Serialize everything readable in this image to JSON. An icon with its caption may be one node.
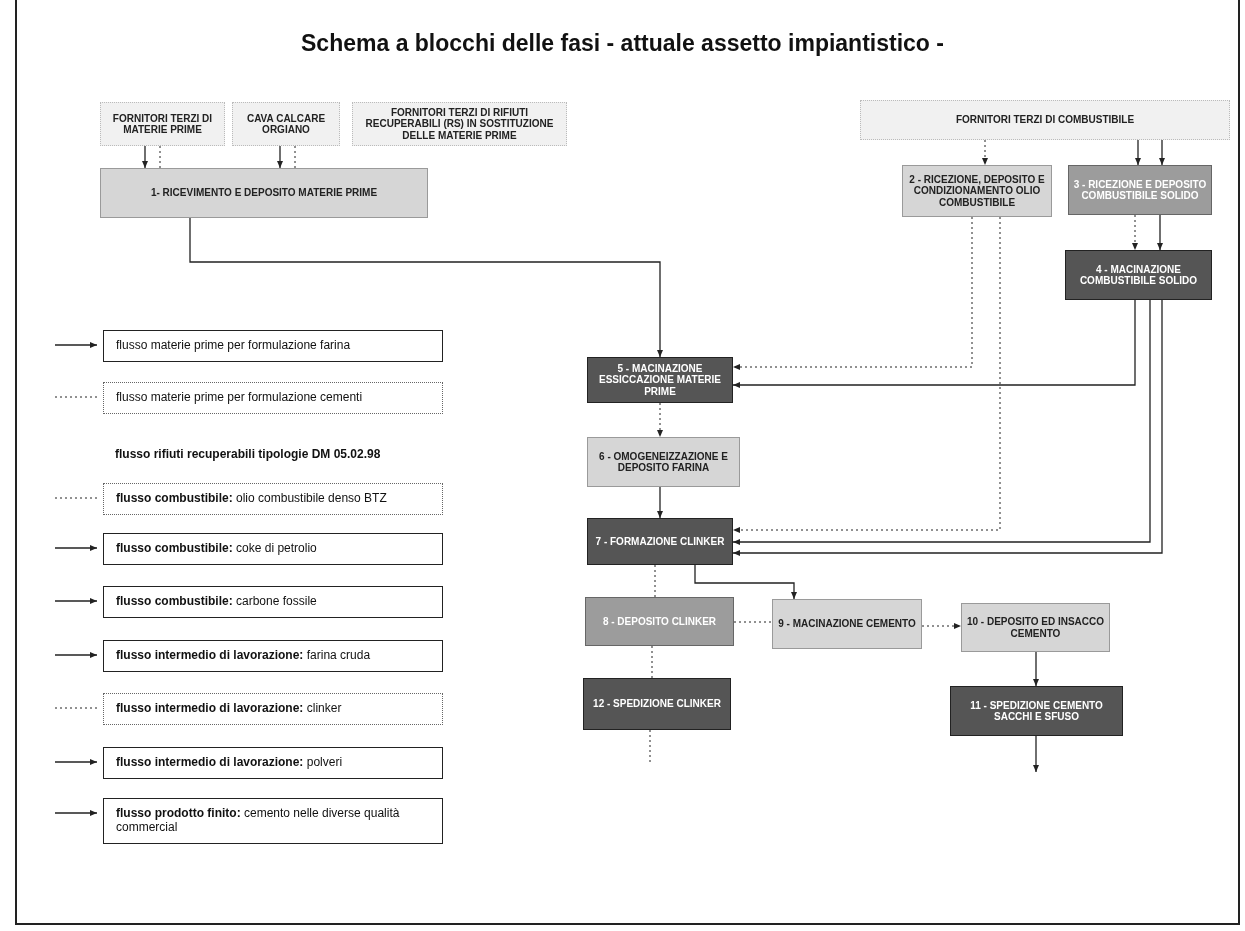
{
  "diagram": {
    "title": "Schema a blocchi delle fasi - attuale assetto impiantistico -",
    "nodes": [
      {
        "text": [
          "FORNITORI TERZI DI MATERIE PRIME"
        ]
      },
      {
        "text": [
          "CAVA CALCARE ORGIANO"
        ]
      },
      {
        "text": [
          "FORNITORI TERZI DI RIFIUTI RECUPERABILI (RS) IN SOSTITUZIONE DELLE MATERIE PRIME"
        ]
      },
      {
        "text": [
          "FORNITORI TERZI DI COMBUSTIBILE"
        ]
      },
      {
        "text": [
          "1- RICEVIMENTO E DEPOSITO MATERIE PRIME"
        ]
      },
      {
        "text": [
          "2 - RICEZIONE, DEPOSITO E CONDIZIONAMENTO OLIO COMBUSTIBILE"
        ]
      },
      {
        "text": [
          "3 - RICEZIONE E DEPOSITO COMBUSTIBILE SOLIDO"
        ]
      },
      {
        "text": [
          "4 - MACINAZIONE COMBUSTIBILE SOLIDO"
        ]
      },
      {
        "text": [
          "5 - MACINAZIONE ESSICCAZIONE MATERIE PRIME"
        ]
      },
      {
        "text": [
          "6 - OMOGENEIZZAZIONE E DEPOSITO FARINA"
        ]
      },
      {
        "text": [
          "7 - FORMAZIONE CLINKER"
        ]
      },
      {
        "text": [
          "8 - DEPOSITO CLINKER"
        ]
      },
      {
        "text": [
          "9 - MACINAZIONE CEMENTO"
        ]
      },
      {
        "text": [
          "10 - DEPOSITO ED INSACCO CEMENTO"
        ]
      },
      {
        "text": [
          "11 - SPEDIZIONE CEMENTO SACCHI E SFUSO"
        ]
      },
      {
        "text": [
          "12 - SPEDIZIONE CLINKER"
        ]
      }
    ],
    "edges": [
      {
        "from": 0,
        "to": 4,
        "arrow": "to"
      },
      {
        "from": 1,
        "to": 4,
        "arrow": "to"
      },
      {
        "from": 0,
        "to": 4,
        "arrow": "none",
        "style": "dashed"
      },
      {
        "from": 1,
        "to": 4,
        "arrow": "none",
        "style": "dashed"
      },
      {
        "from": 4,
        "to": 8,
        "arrow": "to"
      },
      {
        "from": 3,
        "to": 5,
        "arrow": "to",
        "style": "dashed"
      },
      {
        "from": 3,
        "to": 6,
        "arrow": "to"
      },
      {
        "from": 3,
        "to": 6,
        "arrow": "to"
      },
      {
        "from": 6,
        "to": 7,
        "arrow": "to",
        "style": "dashed"
      },
      {
        "from": 6,
        "to": 7,
        "arrow": "to"
      },
      {
        "from": 5,
        "to": 8,
        "arrow": "to",
        "style": "dashed"
      },
      {
        "from": 7,
        "to": 8,
        "arrow": "to"
      },
      {
        "from": 8,
        "to": 9,
        "arrow": "to",
        "style": "dashed"
      },
      {
        "from": 9,
        "to": 10,
        "arrow": "to"
      },
      {
        "from": 7,
        "to": 10,
        "arrow": "to"
      },
      {
        "from": 7,
        "to": 10,
        "arrow": "to"
      },
      {
        "from": 5,
        "to": 10,
        "arrow": "to",
        "style": "dashed"
      },
      {
        "from": 10,
        "to": 12,
        "arrow": "to"
      },
      {
        "from": 10,
        "to": 11,
        "arrow": "none",
        "style": "dashed"
      },
      {
        "from": 11,
        "to": 12,
        "arrow": "none",
        "style": "dashed"
      },
      {
        "from": 11,
        "to": 15,
        "arrow": "none",
        "style": "dashed"
      },
      {
        "from": 12,
        "to": 13,
        "arrow": "to",
        "style": "dashed"
      },
      {
        "from": 13,
        "to": 14,
        "arrow": "to"
      },
      {
        "from": 14,
        "to": null,
        "arrow": "to"
      },
      {
        "from": 15,
        "to": null,
        "arrow": "none",
        "style": "dashed"
      }
    ],
    "legend": [
      {
        "text": "flusso materie prime per formulazione farina"
      },
      {
        "text": "flusso materie prime per formulazione cementi"
      },
      {
        "text": "flusso rifiuti recuperabili tipologie DM 05.02.98"
      },
      {
        "text": "**flusso combustibile:** olio combustibile denso BTZ"
      },
      {
        "text": "**flusso combustibile:** coke di petrolio"
      },
      {
        "text": "**flusso combustibile:** carbone fossile"
      },
      {
        "text": "**flusso intermedio di lavorazione:** farina cruda"
      },
      {
        "text": "**flusso intermedio di lavorazione:** clinker"
      },
      {
        "text": "**flusso intermedio di lavorazione:** polveri"
      },
      {
        "text": "**flusso prodotto finito:** cemento nelle diverse qualità commercial"
      }
    ]
  }
}
